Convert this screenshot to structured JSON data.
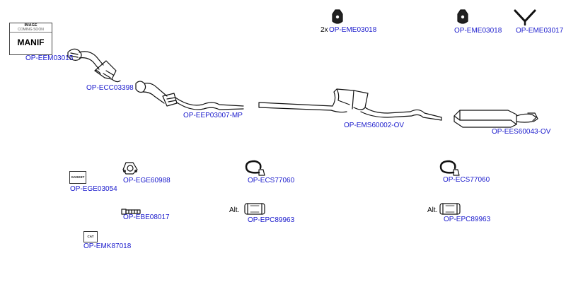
{
  "manifold_badge": {
    "top_line": "IMAGE",
    "sub_line": "COMING SOON",
    "main_line": "MANIF"
  },
  "gasket_box": {
    "label": "GASKET"
  },
  "cat_box": {
    "label": "CAT"
  },
  "notes": {
    "qty_mount_left": "2x",
    "alt_left": "Alt.",
    "alt_right": "Alt."
  },
  "parts": {
    "eme03018_left": "OP-EME03018",
    "eme03018_right": "OP-EME03018",
    "eme03017": "OP-EME03017",
    "eem03015": "OP-EEM03015",
    "ecc03398": "OP-ECC03398",
    "eep03007": "OP-EEP03007-MP",
    "ems60002": "OP-EMS60002-OV",
    "ees60043": "OP-EES60043-OV",
    "ege03054": "OP-EGE03054",
    "ege60988": "OP-EGE60988",
    "ecs77060_left": "OP-ECS77060",
    "ecs77060_right": "OP-ECS77060",
    "ebe08017": "OP-EBE08017",
    "epc89963_left": "OP-EPC89963",
    "epc89963_right": "OP-EPC89963",
    "emk87018": "OP-EMK87018"
  }
}
